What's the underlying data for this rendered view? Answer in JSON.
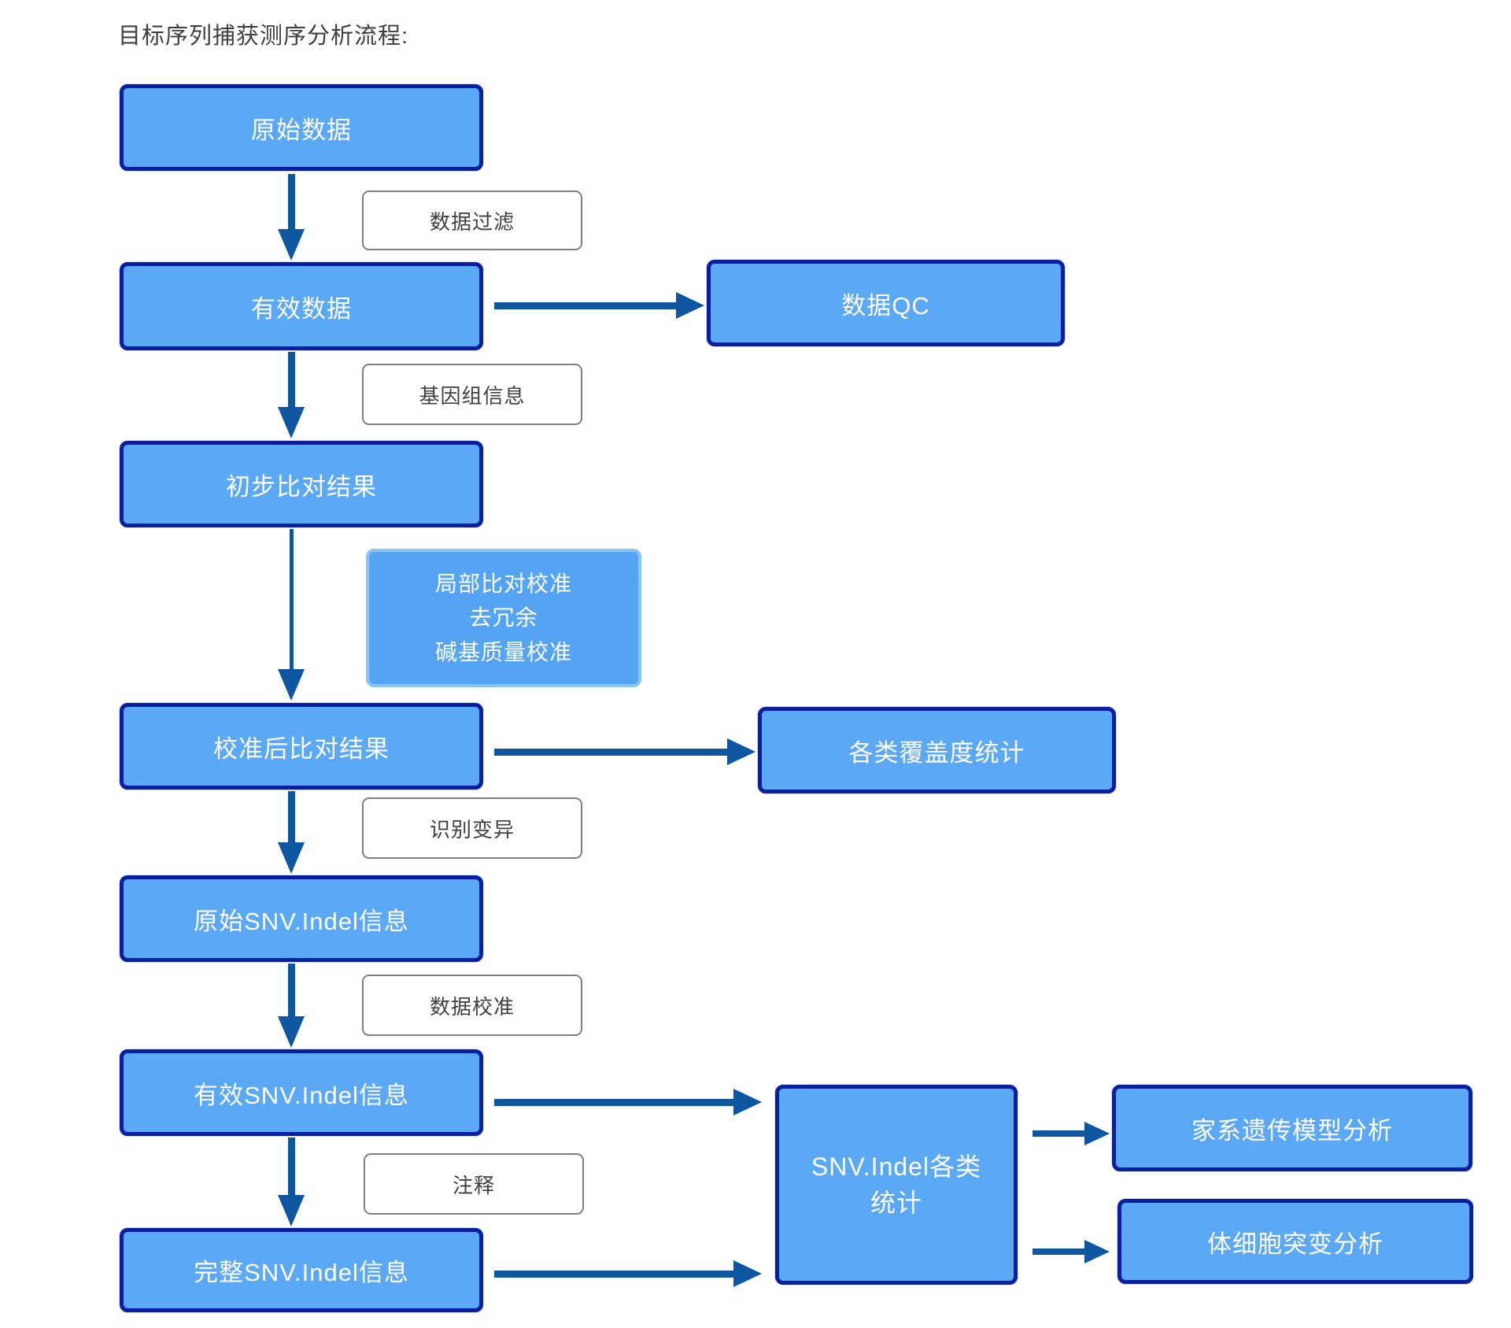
{
  "title": "目标序列捕获测序分析流程:",
  "colors": {
    "node_fill": "#5BA8F5",
    "node_border": "#0A1F9E",
    "arrow": "#0E56A0",
    "step_label_border": "#7F7F7F",
    "step_label_text": "#404040",
    "blue_label_fill": "#55A4F4",
    "blue_label_border": "#8CC3F9",
    "node_text": "#FFFFFF",
    "title_text": "#3F3F3F"
  },
  "nodes": {
    "raw_data": "原始数据",
    "valid_data": "有效数据",
    "data_qc": "数据QC",
    "initial_alignment": "初步比对结果",
    "calibrated_alignment": "校准后比对结果",
    "coverage_stats": "各类覆盖度统计",
    "raw_snv_indel": "原始SNV.Indel信息",
    "valid_snv_indel": "有效SNV.Indel信息",
    "complete_snv_indel": "完整SNV.Indel信息",
    "snv_indel_stats": "SNV.Indel各类统计",
    "pedigree_model_analysis": "家系遗传模型分析",
    "somatic_mutation_analysis": "体细胞突变分析"
  },
  "step_labels": {
    "data_filter": "数据过滤",
    "genome_info": "基因组信息",
    "variant_calling": "识别变异",
    "data_calibration": "数据校准",
    "annotation": "注释"
  },
  "blue_label": {
    "line1": "局部比对校准",
    "line2": "去冗余",
    "line3": "碱基质量校准"
  }
}
